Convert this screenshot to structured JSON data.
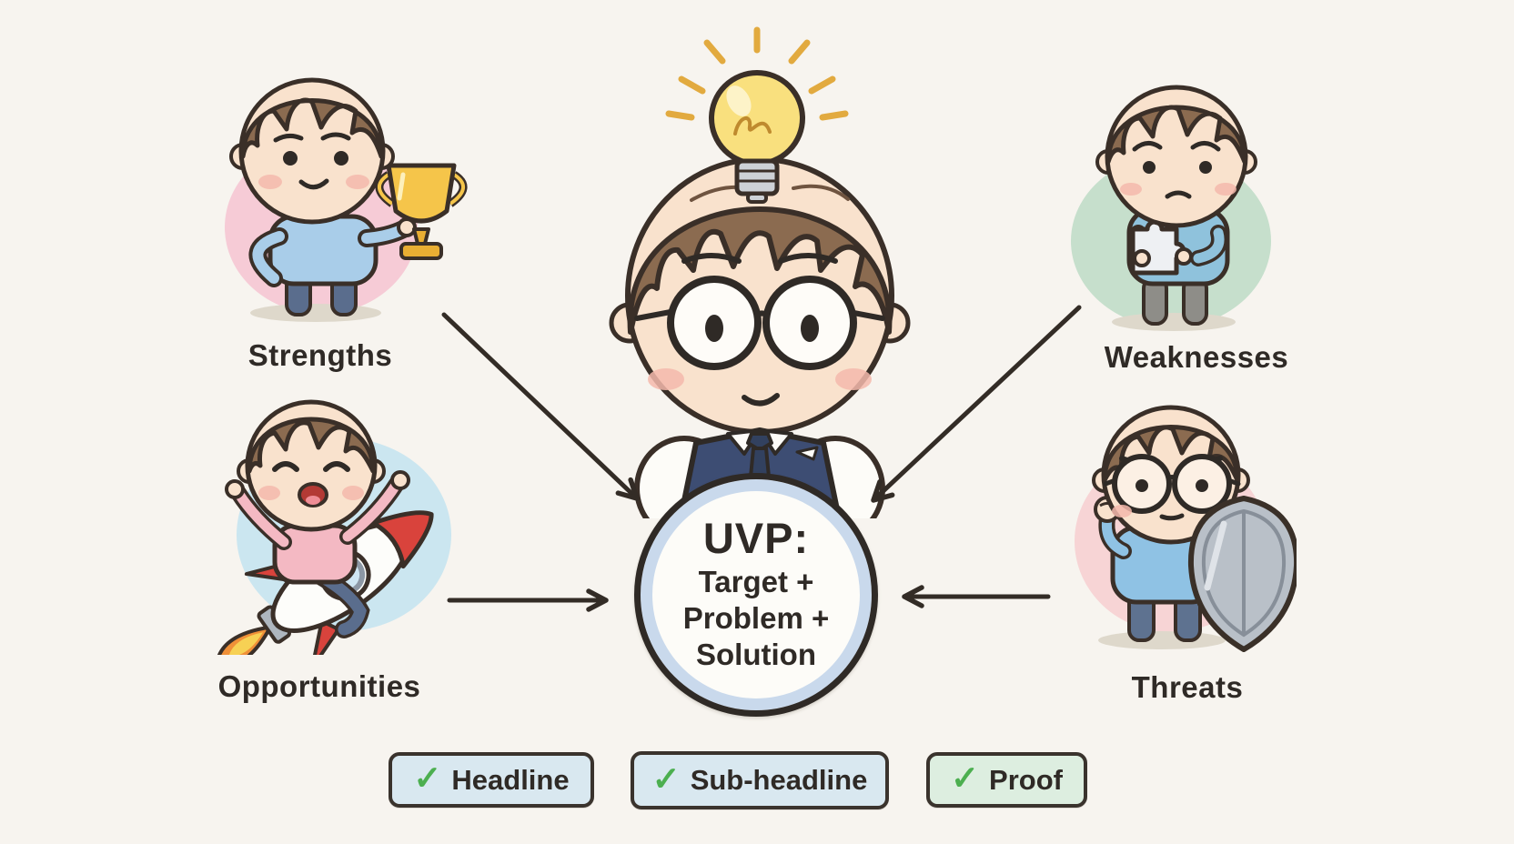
{
  "canvas": {
    "background": "#f7f4ef",
    "ink": "#332c26"
  },
  "uvp_circle": {
    "title": "UVP:",
    "lines": [
      "Target +",
      "Problem +",
      "Solution"
    ],
    "fill": "#fdfcf8",
    "ring_color": "#c9d9ec"
  },
  "center_character": {
    "description": "boy with round glasses, navy vest and tie, lightbulb idea above head",
    "icon": "lightbulb-icon"
  },
  "quadrants": [
    {
      "id": "strengths",
      "label": "Strengths",
      "icon": "trophy-icon",
      "blob_color": "#f5c6d3"
    },
    {
      "id": "weaknesses",
      "label": "Weaknesses",
      "icon": "puzzle-icon",
      "blob_color": "#c0ddc8"
    },
    {
      "id": "opportunities",
      "label": "Opportunities",
      "icon": "rocket-icon",
      "blob_color": "#c5e4f0"
    },
    {
      "id": "threats",
      "label": "Threats",
      "icon": "shield-icon",
      "blob_color": "#f6d0d2"
    }
  ],
  "badges": [
    {
      "check": "✓",
      "label": "Headline",
      "bg": "#d9e8f0"
    },
    {
      "check": "✓",
      "label": "Sub-headline",
      "bg": "#d9e8f0"
    },
    {
      "check": "✓",
      "label": "Proof",
      "bg": "#ddeee0"
    }
  ],
  "colors": {
    "check_green": "#4caf50",
    "badge_border": "#3a332d",
    "arrow": "#332c26"
  }
}
